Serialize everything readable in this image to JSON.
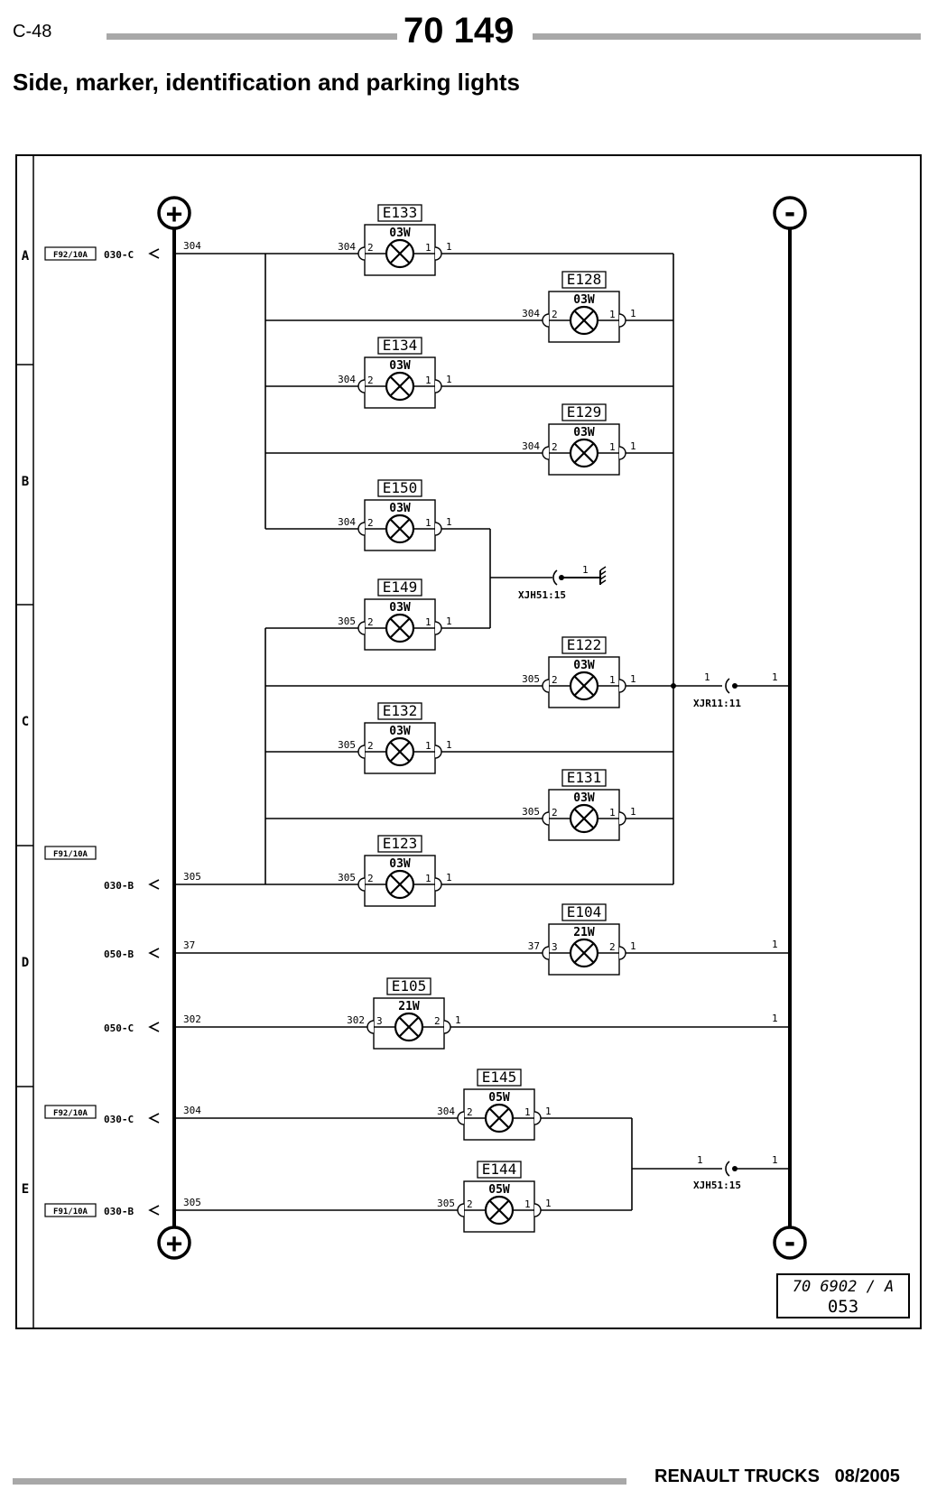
{
  "header": {
    "page_code": "C-48",
    "doc_number": "70 149",
    "title": "Side, marker, identification and parking lights"
  },
  "footer": {
    "brand": "RENAULT TRUCKS",
    "date": "08/2005"
  },
  "diagram": {
    "row_labels": [
      "A",
      "B",
      "C",
      "D",
      "E"
    ],
    "supply_symbols": {
      "positive": "+",
      "negative": "-"
    },
    "reference_box": {
      "line1": "70 6902 / A",
      "line2": "053"
    },
    "lamps": [
      {
        "id": "E133",
        "power": "03W",
        "wire": "304",
        "pin_in": "2",
        "pin_out": "1"
      },
      {
        "id": "E128",
        "power": "03W",
        "wire": "304",
        "pin_in": "2",
        "pin_out": "1"
      },
      {
        "id": "E134",
        "power": "03W",
        "wire": "304",
        "pin_in": "2",
        "pin_out": "1"
      },
      {
        "id": "E129",
        "power": "03W",
        "wire": "304",
        "pin_in": "2",
        "pin_out": "1"
      },
      {
        "id": "E150",
        "power": "03W",
        "wire": "304",
        "pin_in": "2",
        "pin_out": "1"
      },
      {
        "id": "E149",
        "power": "03W",
        "wire": "305",
        "pin_in": "2",
        "pin_out": "1"
      },
      {
        "id": "E122",
        "power": "03W",
        "wire": "305",
        "pin_in": "2",
        "pin_out": "1"
      },
      {
        "id": "E132",
        "power": "03W",
        "wire": "305",
        "pin_in": "2",
        "pin_out": "1"
      },
      {
        "id": "E131",
        "power": "03W",
        "wire": "305",
        "pin_in": "2",
        "pin_out": "1"
      },
      {
        "id": "E123",
        "power": "03W",
        "wire": "305",
        "pin_in": "2",
        "pin_out": "1"
      },
      {
        "id": "E104",
        "power": "21W",
        "wire": "37",
        "pin_in": "3",
        "pin_out": "2"
      },
      {
        "id": "E105",
        "power": "21W",
        "wire": "302",
        "pin_in": "3",
        "pin_out": "2"
      },
      {
        "id": "E145",
        "power": "05W",
        "wire": "304",
        "pin_in": "2",
        "pin_out": "1"
      },
      {
        "id": "E144",
        "power": "05W",
        "wire": "305",
        "pin_in": "2",
        "pin_out": "1"
      }
    ],
    "inputs": [
      {
        "fuse": "F92/10A",
        "terminal": "030-C",
        "wire": "304"
      },
      {
        "fuse": "F91/10A",
        "terminal": "030-B",
        "wire": "305"
      },
      {
        "fuse": "",
        "terminal": "050-B",
        "wire": "37"
      },
      {
        "fuse": "",
        "terminal": "050-C",
        "wire": "302"
      },
      {
        "fuse": "F92/10A",
        "terminal": "030-C",
        "wire": "304"
      },
      {
        "fuse": "F91/10A",
        "terminal": "030-B",
        "wire": "305"
      }
    ],
    "connectors": [
      {
        "name": "XJH51:15",
        "pin": "1"
      },
      {
        "name": "XJR11:11",
        "pin": "1"
      },
      {
        "name": "XJH51:15",
        "pin": "1"
      }
    ],
    "ground_pin": "1"
  }
}
